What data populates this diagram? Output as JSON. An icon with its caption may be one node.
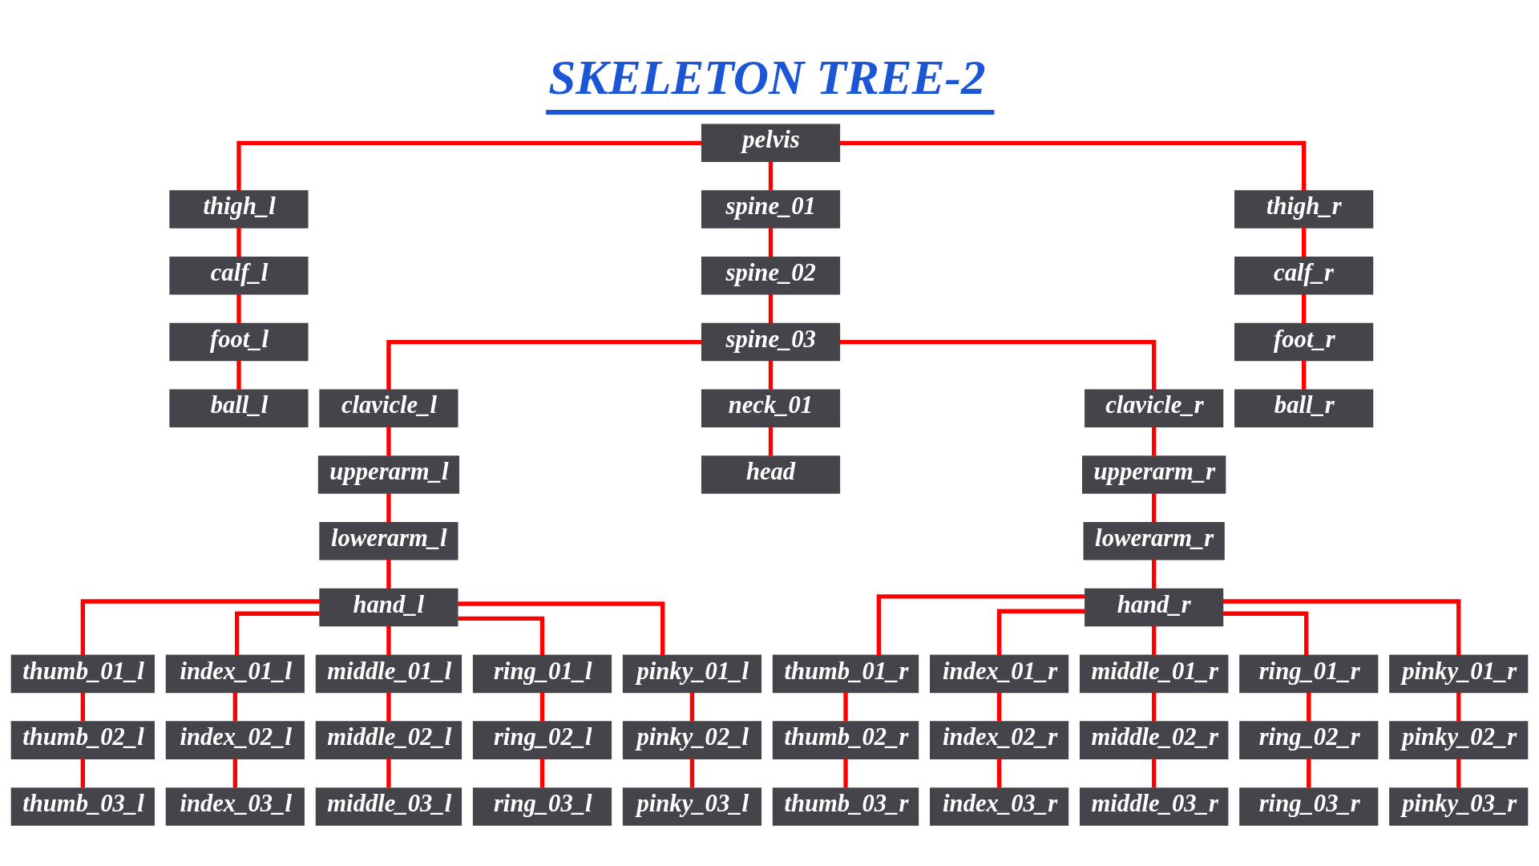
{
  "diagram": {
    "title": "SKELETON TREE-2",
    "nodes": [
      {
        "text": [
          "pelvis"
        ]
      },
      {
        "text": [
          "thigh_l"
        ]
      },
      {
        "text": [
          "spine_01"
        ]
      },
      {
        "text": [
          "thigh_r"
        ]
      },
      {
        "text": [
          "calf_l"
        ]
      },
      {
        "text": [
          "spine_02"
        ]
      },
      {
        "text": [
          "calf_r"
        ]
      },
      {
        "text": [
          "spine_03"
        ]
      },
      {
        "text": [
          "foot_l"
        ]
      },
      {
        "text": [
          "foot_r"
        ]
      },
      {
        "text": [
          "ball_l"
        ]
      },
      {
        "text": [
          "ball_r"
        ]
      },
      {
        "text": [
          "clavicle_l"
        ]
      },
      {
        "text": [
          "neck_01"
        ]
      },
      {
        "text": [
          "clavicle_r"
        ]
      },
      {
        "text": [
          "upperarm_l"
        ]
      },
      {
        "text": [
          "head"
        ]
      },
      {
        "text": [
          "upperarm_r"
        ]
      },
      {
        "text": [
          "lowerarm_l"
        ]
      },
      {
        "text": [
          "lowerarm_r"
        ]
      },
      {
        "text": [
          "hand_l"
        ]
      },
      {
        "text": [
          "hand_r"
        ]
      },
      {
        "text": [
          "thumb_01_l"
        ]
      },
      {
        "text": [
          "index_01_l"
        ]
      },
      {
        "text": [
          "middle_01_l"
        ]
      },
      {
        "text": [
          "ring_01_l"
        ]
      },
      {
        "text": [
          "pinky_01_l"
        ]
      },
      {
        "text": [
          "thumb_01_r"
        ]
      },
      {
        "text": [
          "index_01_r"
        ]
      },
      {
        "text": [
          "middle_01_r"
        ]
      },
      {
        "text": [
          "ring_01_r"
        ]
      },
      {
        "text": [
          "pinky_01_r"
        ]
      },
      {
        "text": [
          "thumb_02_l"
        ]
      },
      {
        "text": [
          "index_02_l"
        ]
      },
      {
        "text": [
          "middle_02_l"
        ]
      },
      {
        "text": [
          "ring_02_l"
        ]
      },
      {
        "text": [
          "pinky_02_l"
        ]
      },
      {
        "text": [
          "thumb_02_r"
        ]
      },
      {
        "text": [
          "index_02_r"
        ]
      },
      {
        "text": [
          "middle_02_r"
        ]
      },
      {
        "text": [
          "ring_02_r"
        ]
      },
      {
        "text": [
          "pinky_02_r"
        ]
      },
      {
        "text": [
          "thumb_03_l"
        ]
      },
      {
        "text": [
          "index_03_l"
        ]
      },
      {
        "text": [
          "middle_03_l"
        ]
      },
      {
        "text": [
          "ring_03_l"
        ]
      },
      {
        "text": [
          "pinky_03_l"
        ]
      },
      {
        "text": [
          "thumb_03_r"
        ]
      },
      {
        "text": [
          "index_03_r"
        ]
      },
      {
        "text": [
          "middle_03_r"
        ]
      },
      {
        "text": [
          "ring_03_r"
        ]
      },
      {
        "text": [
          "pinky_03_r"
        ]
      }
    ],
    "edges": [
      {
        "from": 0,
        "to": 1,
        "arrow": "none"
      },
      {
        "from": 0,
        "to": 2,
        "arrow": "none"
      },
      {
        "from": 0,
        "to": 3,
        "arrow": "none"
      },
      {
        "from": 1,
        "to": 4,
        "arrow": "none"
      },
      {
        "from": 4,
        "to": 8,
        "arrow": "none"
      },
      {
        "from": 8,
        "to": 10,
        "arrow": "none"
      },
      {
        "from": 3,
        "to": 6,
        "arrow": "none"
      },
      {
        "from": 6,
        "to": 9,
        "arrow": "none"
      },
      {
        "from": 9,
        "to": 11,
        "arrow": "none"
      },
      {
        "from": 2,
        "to": 5,
        "arrow": "none"
      },
      {
        "from": 5,
        "to": 7,
        "arrow": "none"
      },
      {
        "from": 7,
        "to": 12,
        "arrow": "none"
      },
      {
        "from": 7,
        "to": 13,
        "arrow": "none"
      },
      {
        "from": 7,
        "to": 14,
        "arrow": "none"
      },
      {
        "from": 13,
        "to": 16,
        "arrow": "none"
      },
      {
        "from": 12,
        "to": 15,
        "arrow": "none"
      },
      {
        "from": 15,
        "to": 18,
        "arrow": "none"
      },
      {
        "from": 18,
        "to": 20,
        "arrow": "none"
      },
      {
        "from": 14,
        "to": 17,
        "arrow": "none"
      },
      {
        "from": 17,
        "to": 19,
        "arrow": "none"
      },
      {
        "from": 19,
        "to": 21,
        "arrow": "none"
      },
      {
        "from": 20,
        "to": 22,
        "arrow": "none"
      },
      {
        "from": 20,
        "to": 23,
        "arrow": "none"
      },
      {
        "from": 20,
        "to": 24,
        "arrow": "none"
      },
      {
        "from": 20,
        "to": 25,
        "arrow": "none"
      },
      {
        "from": 20,
        "to": 26,
        "arrow": "none"
      },
      {
        "from": 21,
        "to": 27,
        "arrow": "none"
      },
      {
        "from": 21,
        "to": 28,
        "arrow": "none"
      },
      {
        "from": 21,
        "to": 29,
        "arrow": "none"
      },
      {
        "from": 21,
        "to": 30,
        "arrow": "none"
      },
      {
        "from": 21,
        "to": 31,
        "arrow": "none"
      },
      {
        "from": 22,
        "to": 32,
        "arrow": "none"
      },
      {
        "from": 23,
        "to": 33,
        "arrow": "none"
      },
      {
        "from": 24,
        "to": 34,
        "arrow": "none"
      },
      {
        "from": 25,
        "to": 35,
        "arrow": "none"
      },
      {
        "from": 26,
        "to": 36,
        "arrow": "none"
      },
      {
        "from": 27,
        "to": 37,
        "arrow": "none"
      },
      {
        "from": 28,
        "to": 38,
        "arrow": "none"
      },
      {
        "from": 29,
        "to": 39,
        "arrow": "none"
      },
      {
        "from": 30,
        "to": 40,
        "arrow": "none"
      },
      {
        "from": 31,
        "to": 41,
        "arrow": "none"
      },
      {
        "from": 32,
        "to": 42,
        "arrow": "none"
      },
      {
        "from": 33,
        "to": 43,
        "arrow": "none"
      },
      {
        "from": 34,
        "to": 44,
        "arrow": "none"
      },
      {
        "from": 35,
        "to": 45,
        "arrow": "none"
      },
      {
        "from": 36,
        "to": 46,
        "arrow": "none"
      },
      {
        "from": 37,
        "to": 47,
        "arrow": "none"
      },
      {
        "from": 38,
        "to": 48,
        "arrow": "none"
      },
      {
        "from": 39,
        "to": 49,
        "arrow": "none"
      },
      {
        "from": 40,
        "to": 50,
        "arrow": "none"
      },
      {
        "from": 41,
        "to": 51,
        "arrow": "none"
      }
    ]
  }
}
